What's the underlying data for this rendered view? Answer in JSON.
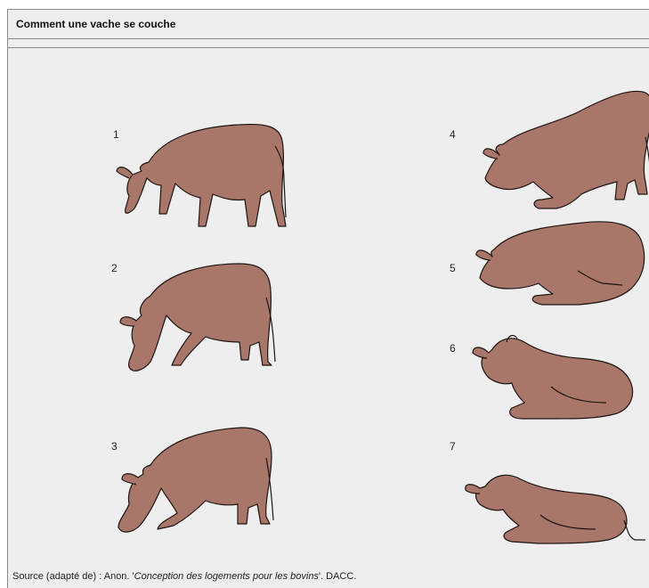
{
  "title": "Comment une vache se couche",
  "steps": [
    {
      "label": "1"
    },
    {
      "label": "2"
    },
    {
      "label": "3"
    },
    {
      "label": "4"
    },
    {
      "label": "5"
    },
    {
      "label": "6"
    },
    {
      "label": "7"
    }
  ],
  "source": {
    "prefix": "Source (adapté de) : Anon. '",
    "title": "Conception des logements pour les bovins",
    "suffix": "'. DACC."
  },
  "colors": {
    "cow_fill": "#a9766a",
    "outline": "#1e1412",
    "background": "#eeeeee"
  }
}
